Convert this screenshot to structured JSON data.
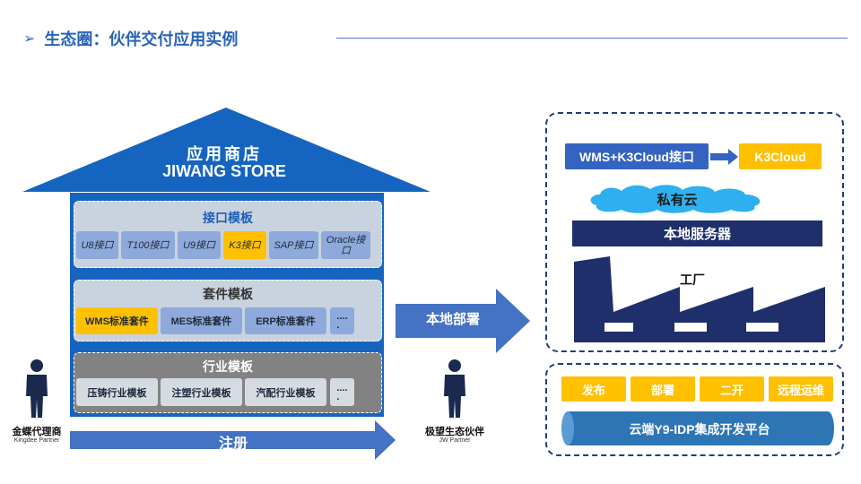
{
  "title": {
    "arrow": "➢",
    "text": "生态圈：伙伴交付应用实例"
  },
  "store": {
    "name_cn": "应用商店",
    "name_en": "JIWANG STORE"
  },
  "interface_panel": {
    "title": "接口模板",
    "items": [
      "U8接口",
      "T100接口",
      "U9接口",
      "K3接口",
      "SAP接口",
      "Oracle接\n口"
    ]
  },
  "suite_panel": {
    "title": "套件模板",
    "items": [
      "WMS标准套件",
      "MES标准套件",
      "ERP标准套件",
      "....\n."
    ]
  },
  "industry_panel": {
    "title": "行业模板",
    "items": [
      "压铸行业模板",
      "注塑行业模板",
      "汽配行业模板",
      "....\n."
    ]
  },
  "register_label": "注册",
  "partner_left": {
    "name_cn": "金蝶代理商",
    "name_en": "Kingdee Partner"
  },
  "partner_right": {
    "name_cn": "极望生态伙伴",
    "name_en": "JW Partner"
  },
  "deploy_label": "本地部署",
  "local": {
    "interface": "WMS+K3Cloud接口",
    "target": "K3Cloud",
    "cloud": "私有云",
    "server": "本地服务器",
    "factory": "工厂"
  },
  "platform": {
    "actions": [
      "发布",
      "部署",
      "二开",
      "远程运维"
    ],
    "name": "云端Y9-IDP集成开发平台"
  },
  "colors": {
    "primary_blue": "#1565c0",
    "gold": "#ffc000",
    "navy": "#1f2f6b",
    "light_blue": "#8ea9db"
  }
}
